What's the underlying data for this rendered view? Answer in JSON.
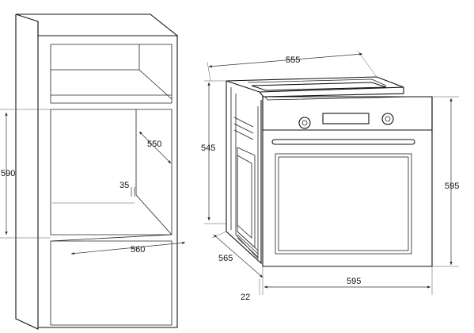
{
  "dimensions": {
    "cabinet_height": "590",
    "cabinet_depth": "550",
    "vent_gap": "35",
    "cabinet_width": "560",
    "oven_top_width": "555",
    "oven_side_height": "545",
    "oven_front_height": "595",
    "oven_depth": "565",
    "front_offset": "22",
    "oven_front_width": "595"
  },
  "colors": {
    "line": "#111111",
    "panel": "#1a1a1a",
    "background": "#ffffff"
  }
}
